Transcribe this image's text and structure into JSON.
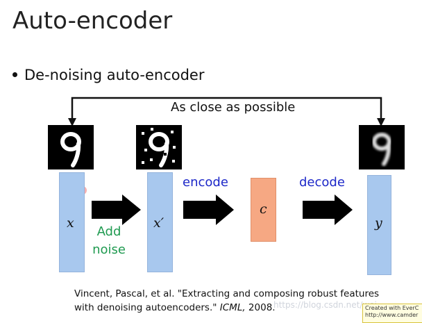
{
  "title": "Auto-encoder",
  "bullet": "De-noising auto-encoder",
  "top_label": "As close as possible",
  "nodes": {
    "x": "x",
    "x_prime": "x′",
    "c": "c",
    "y": "y"
  },
  "labels": {
    "add_noise": [
      "Add",
      "noise"
    ],
    "encode": "encode",
    "decode": "decode"
  },
  "citation": {
    "line1": "Vincent, Pascal, et al. \"Extracting and composing robust features",
    "line2_prefix": "with denoising autoencoders.\" ",
    "venue": "ICML,",
    "year": " 2008."
  },
  "watermark": "https://blog.csdn.net/wei...",
  "stamp": [
    "Created with EverC",
    "http://www.camder"
  ],
  "colors": {
    "blue_bar": "#a8c8ee",
    "orange_bar": "#f6a883",
    "blue_text": "#1c27c8",
    "green_text": "#1f9a50"
  }
}
